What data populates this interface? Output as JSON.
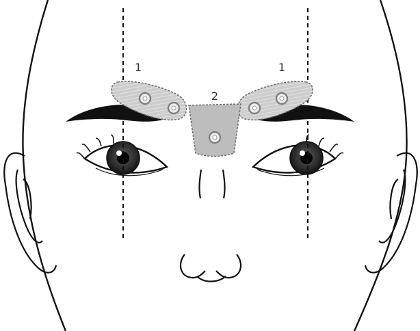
{
  "diagram": {
    "labels": {
      "left_brow_zone": "1",
      "right_brow_zone": "1",
      "glabella_zone": "2"
    },
    "colors": {
      "line": "#111111",
      "zone_fill": "#c9c9c9",
      "zone_stroke": "#6f6f6f",
      "electrode_ring": "#8a8a8a",
      "iris": "#2b2b2b"
    },
    "electrode_count": 5
  }
}
